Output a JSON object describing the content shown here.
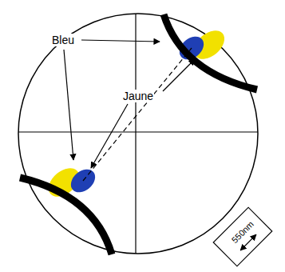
{
  "diagram": {
    "labels": [
      "Bleu",
      "Jaune",
      "550nm"
    ]
  }
}
